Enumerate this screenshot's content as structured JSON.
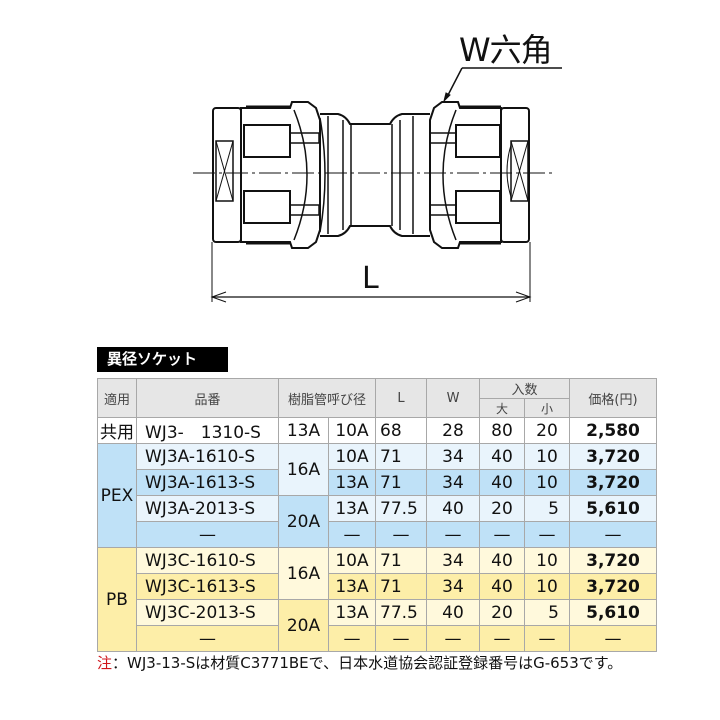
{
  "drawing": {
    "hex_label": "W六角",
    "length_label": "L"
  },
  "section": {
    "title": "異径ソケット"
  },
  "table": {
    "headers": {
      "application": "適用",
      "model": "品番",
      "pipe_size": "樹脂管呼び径",
      "L": "L",
      "W": "W",
      "quantity": "入数",
      "qty_large": "大",
      "qty_small": "小",
      "price": "価格(円)"
    },
    "groups": [
      {
        "application": "共用",
        "rows": [
          {
            "model": "WJ3-　1310-S",
            "size_a": "13A",
            "size_b": "10A",
            "L": "68",
            "W": "28",
            "qty_large": "80",
            "qty_small": "20",
            "price": "2,580"
          }
        ]
      },
      {
        "application": "PEX",
        "size_groups": [
          "16A",
          "20A"
        ],
        "rows": [
          {
            "model": "WJ3A-1610-S",
            "size_b": "10A",
            "L": "71",
            "W": "34",
            "qty_large": "40",
            "qty_small": "10",
            "price": "3,720"
          },
          {
            "model": "WJ3A-1613-S",
            "size_b": "13A",
            "L": "71",
            "W": "34",
            "qty_large": "40",
            "qty_small": "10",
            "price": "3,720"
          },
          {
            "model": "WJ3A-2013-S",
            "size_b": "13A",
            "L": "77.5",
            "W": "40",
            "qty_large": "20",
            "qty_small": "5",
            "price": "5,610"
          },
          {
            "model": "—",
            "size_b": "—",
            "L": "—",
            "W": "—",
            "qty_large": "—",
            "qty_small": "—",
            "price": "—"
          }
        ]
      },
      {
        "application": "PB",
        "size_groups": [
          "16A",
          "20A"
        ],
        "rows": [
          {
            "model": "WJ3C-1610-S",
            "size_b": "10A",
            "L": "71",
            "W": "34",
            "qty_large": "40",
            "qty_small": "10",
            "price": "3,720"
          },
          {
            "model": "WJ3C-1613-S",
            "size_b": "13A",
            "L": "71",
            "W": "34",
            "qty_large": "40",
            "qty_small": "10",
            "price": "3,720"
          },
          {
            "model": "WJ3C-2013-S",
            "size_b": "13A",
            "L": "77.5",
            "W": "40",
            "qty_large": "20",
            "qty_small": "5",
            "price": "5,610"
          },
          {
            "model": "—",
            "size_b": "—",
            "L": "—",
            "W": "—",
            "qty_large": "—",
            "qty_small": "—",
            "price": "—"
          }
        ]
      }
    ]
  },
  "note": {
    "mark": "注",
    "text": "：WJ3-13-Sは材質C3771BEで、日本水道協会認証登録番号はG-653です。"
  },
  "colors": {
    "pex_light": "#e9f4fc",
    "pex_dark": "#bfe1f7",
    "pb_light": "#fff9dc",
    "pb_dark": "#fdeea8",
    "header_bg": "#e6e6e6",
    "note_mark": "#d0161b"
  }
}
